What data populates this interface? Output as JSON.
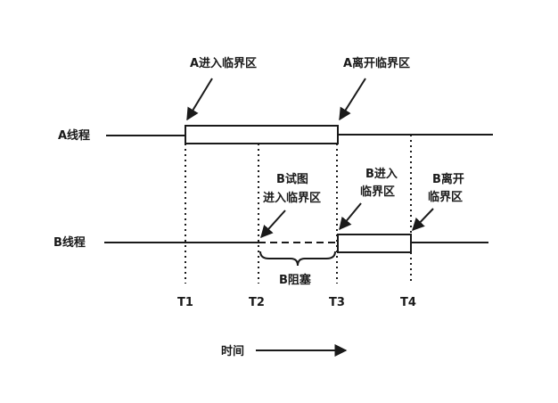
{
  "threads": {
    "a_label": "A线程",
    "b_label": "B线程"
  },
  "annotations": {
    "a_enter": "A进入临界区",
    "a_leave": "A离开临界区",
    "b_try_line1": "B试图",
    "b_try_line2": "进入临界区",
    "b_enter_line1": "B进入",
    "b_enter_line2": "临界区",
    "b_leave_line1": "B离开",
    "b_leave_line2": "临界区",
    "b_blocked": "B阻塞"
  },
  "ticks": [
    "T1",
    "T2",
    "T3",
    "T4"
  ],
  "axis": {
    "label": "时间"
  }
}
